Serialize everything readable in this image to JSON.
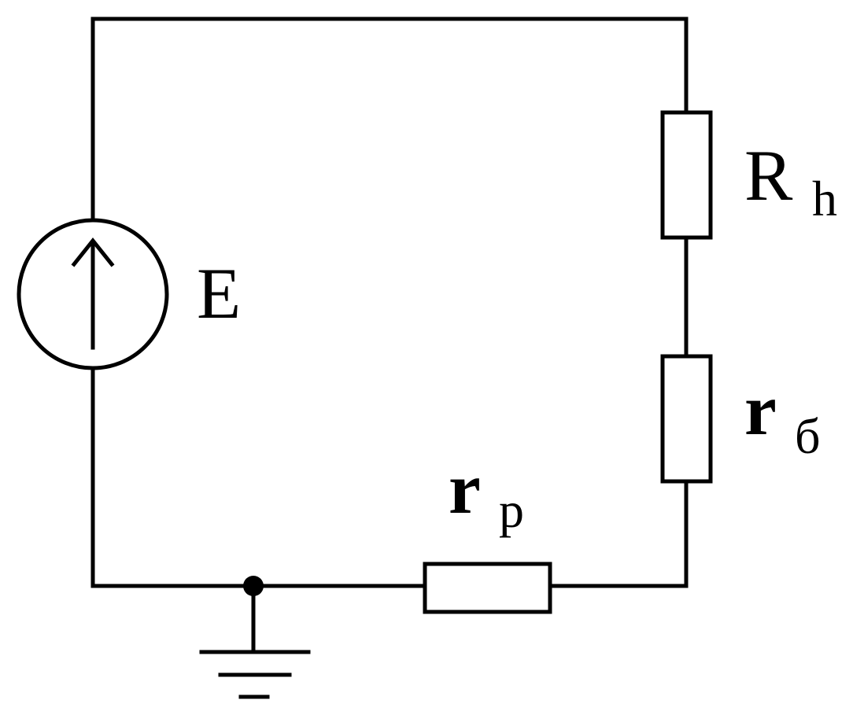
{
  "circuit": {
    "source_label": "E",
    "load_resistor": {
      "main": "R",
      "sub": "h"
    },
    "ballast_resistor": {
      "main": "r",
      "sub": "б"
    },
    "regulating_resistor": {
      "main": "r",
      "sub": "p"
    }
  },
  "icons": [
    "voltage-source-icon",
    "resistor-icon",
    "ground-icon",
    "junction-dot-icon"
  ],
  "colors": {
    "stroke": "#000000",
    "background": "#ffffff"
  }
}
